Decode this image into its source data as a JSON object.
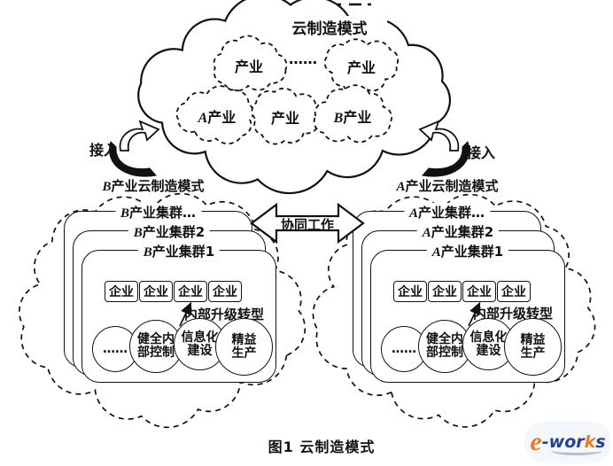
{
  "colors": {
    "ink": "#111111",
    "logo_orange": "#ed7b22",
    "logo_blue": "#23418f",
    "logo_bg": "#f4f7fb"
  },
  "top_cloud": {
    "title": "云制造模式",
    "dots": "……",
    "row1": [
      {
        "letter": "",
        "name": "产业"
      },
      {
        "letter": "",
        "name": "产业"
      }
    ],
    "row2": [
      {
        "letter": "A",
        "name": "产业"
      },
      {
        "letter": "",
        "name": "产业"
      },
      {
        "letter": "B",
        "name": "产业"
      }
    ]
  },
  "access": {
    "left": "接入",
    "right": "接入"
  },
  "collaboration_label": "协同工作",
  "clusters": {
    "left": {
      "letter": "B",
      "title_rest": "产业云制造模式",
      "layers": [
        {
          "letter": "B",
          "rest": "产业集群…"
        },
        {
          "letter": "B",
          "rest": "产业集群2"
        },
        {
          "letter": "B",
          "rest": "产业集群1"
        }
      ],
      "enterprises": [
        "企业",
        "企业",
        "企业",
        "企业"
      ],
      "upgrade_label": "内部升级转型",
      "circles": [
        "……",
        "健全内\n部控制",
        "信息化\n建设",
        "精益\n生产"
      ]
    },
    "right": {
      "letter": "A",
      "title_rest": "产业云制造模式",
      "layers": [
        {
          "letter": "A",
          "rest": "产业集群…"
        },
        {
          "letter": "A",
          "rest": "产业集群2"
        },
        {
          "letter": "A",
          "rest": "产业集群1"
        }
      ],
      "enterprises": [
        "企业",
        "企业",
        "企业",
        "企业"
      ],
      "upgrade_label": "内部升级转型",
      "circles": [
        "……",
        "健全内\n部控制",
        "信息化\n建设",
        "精益\n生产"
      ]
    }
  },
  "caption": "图1  云制造模式",
  "logo": {
    "e": "e",
    "part1": "-wor",
    "k": "k",
    "s": "s"
  }
}
